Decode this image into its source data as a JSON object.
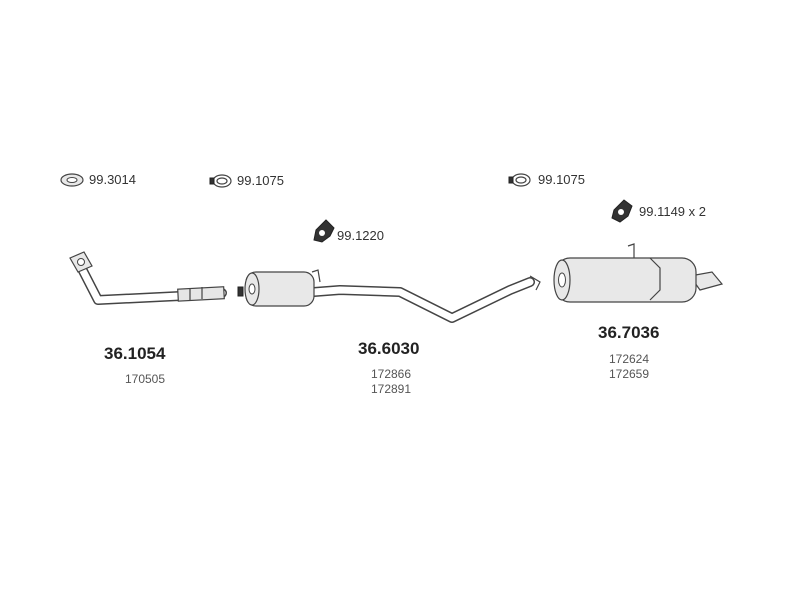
{
  "accessories": {
    "gasket_1": "99.3014",
    "clamp_1": "99.1075",
    "clamp_2": "99.1075",
    "hanger_mid": "99.1220",
    "hanger_rear": "99.1149 x 2"
  },
  "parts": {
    "front": {
      "number": "36.1054",
      "refs": [
        "170505"
      ]
    },
    "middle": {
      "number": "36.6030",
      "refs": [
        "172866",
        "172891"
      ]
    },
    "rear": {
      "number": "36.7036",
      "refs": [
        "172624",
        "172659"
      ]
    }
  }
}
